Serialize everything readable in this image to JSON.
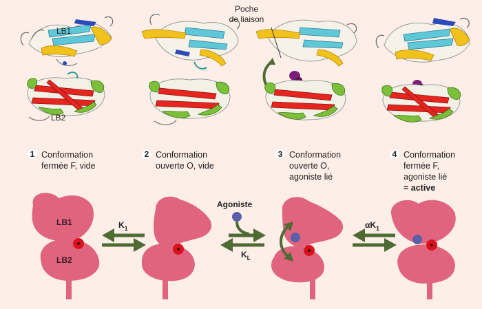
{
  "structures": {
    "lb1_label": "LB1",
    "lb2_label": "LB2",
    "poche_line1": "Poche",
    "poche_line2": "de liaison"
  },
  "captions": [
    {
      "num": "1",
      "line1": "Conformation",
      "line2": "fermée F, vide"
    },
    {
      "num": "2",
      "line1": "Conformation",
      "line2": "ouverte O, vide"
    },
    {
      "num": "3",
      "line1": "Conformation",
      "line2": "ouverte O,",
      "line3": "agoniste lié"
    },
    {
      "num": "4",
      "line1": "Conformation",
      "line2": "fermée F,",
      "line3": "agoniste lié",
      "line4": "= active"
    }
  ],
  "schema": {
    "lb1": "LB1",
    "lb2": "LB2",
    "k1": "K",
    "k1_sub": "1",
    "agoniste": "Agoniste",
    "kl": "K",
    "kl_sub": "L",
    "ak1": "αK",
    "ak1_sub": "1"
  },
  "colors": {
    "background": "#fdeee8",
    "domain": "#e0647e",
    "arrow": "#4e6b34",
    "agonist": "#5b5fa8",
    "site": "#d9121f",
    "helix_yellow": "#f1c21b",
    "strand_cyan": "#5fc8d8",
    "strand_red": "#e6251f",
    "helix_green": "#7cbf3a"
  }
}
